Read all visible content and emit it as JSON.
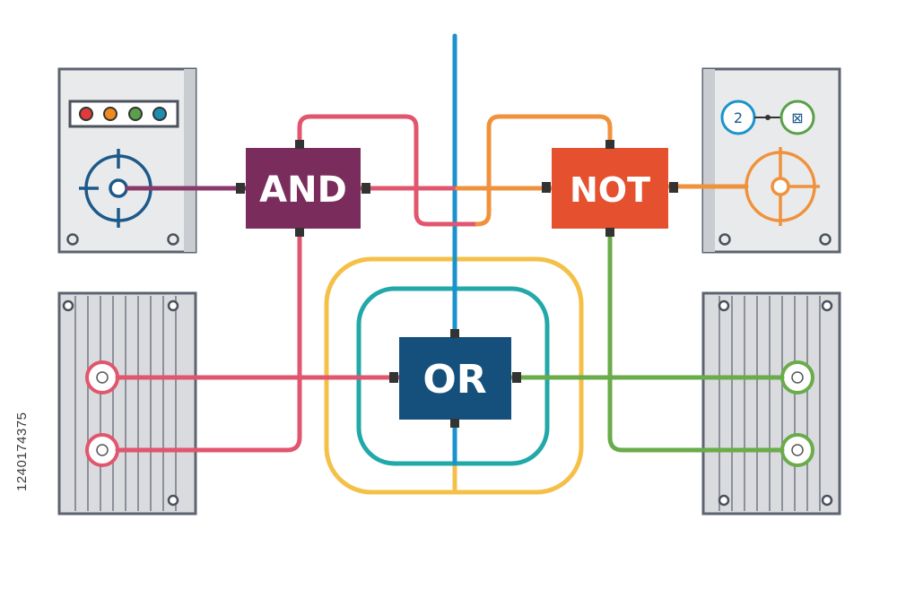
{
  "gates": {
    "and": {
      "label": "AND",
      "color": "#7a2d5c"
    },
    "not": {
      "label": "NOT",
      "color": "#e5502f"
    },
    "or": {
      "label": "OR",
      "color": "#15507c"
    }
  },
  "indicator_lights": [
    "#e03a3a",
    "#f08a1e",
    "#5aa048",
    "#1a8fb0"
  ],
  "node_marks": {
    "left_number": "2",
    "right_symbol": "⊠"
  },
  "wire_colors": {
    "pink": "#e0566e",
    "orange": "#f0923c",
    "blue": "#1a93cc",
    "green": "#6aab4a",
    "yellow": "#f4c048",
    "teal": "#22a8a8",
    "plum": "#8a3a6a"
  },
  "side_text": "1240174375"
}
